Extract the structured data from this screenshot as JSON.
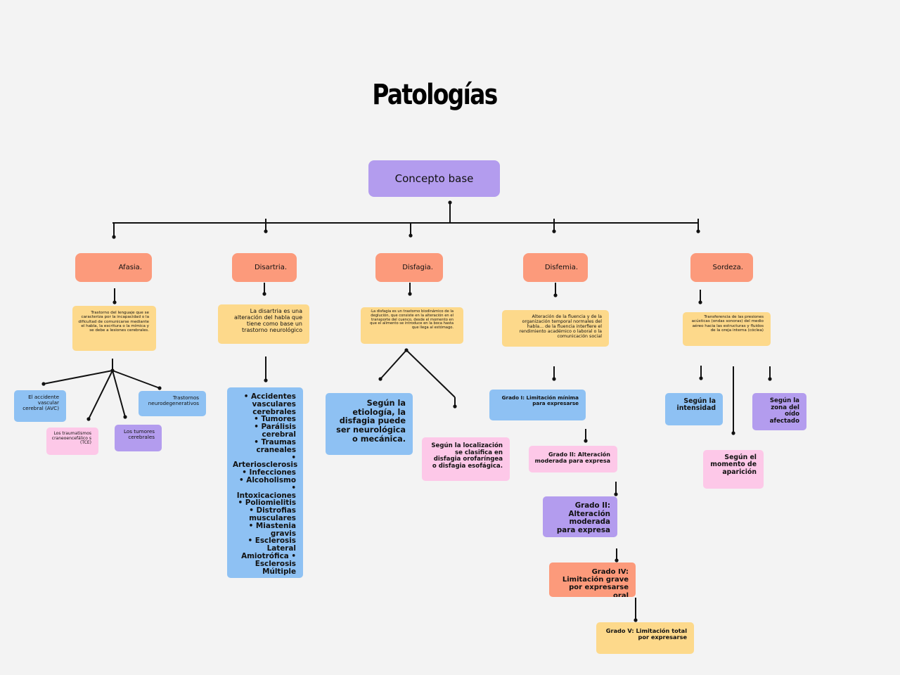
{
  "title": "Patologías",
  "root": "Concepto base",
  "categories": {
    "afasia": "Afasia.",
    "disartria": "Disartria.",
    "disfagia": "Disfagia.",
    "disfemia": "Disfemia.",
    "sordeza": "Sordeza."
  },
  "definitions": {
    "afasia": "Trastorno del lenguaje que se caracteriza por la incapacidad o la dificultad de comunicarse mediante el habla, la escritura o la mímica y se debe a lesiones cerebrales.",
    "disartria": "La disartria es una alteración del habla que tiene como base un trastorno neurológico",
    "disfagia": "·La disfagia es un trastorno biodinámico de la deglución, que consiste en la alteración en el transporte del cuenco, desde el momento en que el alimento se introduce en la boca hasta que llega al estómago.",
    "disfemia": "Alteración de la fluencia y de la organización temporal normales del habla... de la fluencia interfiere el rendimiento académico o laboral o la comunicación social",
    "sordeza": "Transferencia de las presiones acústicas (ondas sonoras) del medio aéreo hacia las estructuras y fluidos de la oreja interna (cóclea)"
  },
  "afasia_types": {
    "avc": "El accidente vascular cerebral (AVC)",
    "tce": "Los traumatismos craneoencefálico s (TCE)",
    "tumores": "Los tumores cerebrales",
    "neuro": "Trastornos neurodegenerativos"
  },
  "disartria_causes": "• Accidentes vasculares cerebrales\n• Tumores\n• Parálisis cerebral\n• Traumas craneales\n• Arteriosclerosis\n• Infecciones\n• Alcoholismo\n• Intoxicaciones\n• Poliomielitis\n• Distrofias musculares\n• Miastenia gravis\n• Esclerosis Lateral Amiotrófica •\nEsclerosis Múltiple",
  "disfagia_types": {
    "etiologia": "Según la etiología, la disfagia puede ser neurológica o mecánica.",
    "localizacion": "Según la localización se clasifica en disfagia orofaríngea o disfagia esofágica."
  },
  "disfemia_grades": {
    "g1": "Grado I: Limitación mínima para expresarse",
    "g2": "Grado II: Alteración moderada para expresa",
    "g3": "Grado II: Alteración moderada para expresa",
    "g4": "Grado IV: Limitación grave por expresarse oral",
    "g5": "Grado V: Limitación total por expresarse"
  },
  "sordeza_types": {
    "intensidad": "Según la intensidad",
    "zona": "Según la zona del oído afectado",
    "momento": "Según el momento de aparición"
  },
  "colors": {
    "purple": "#b39cee",
    "salmon": "#fc9a7b",
    "yellow": "#fdd98b",
    "blue": "#8ec1f3",
    "pink": "#fdc8e8",
    "background": "#f3f3f3"
  }
}
